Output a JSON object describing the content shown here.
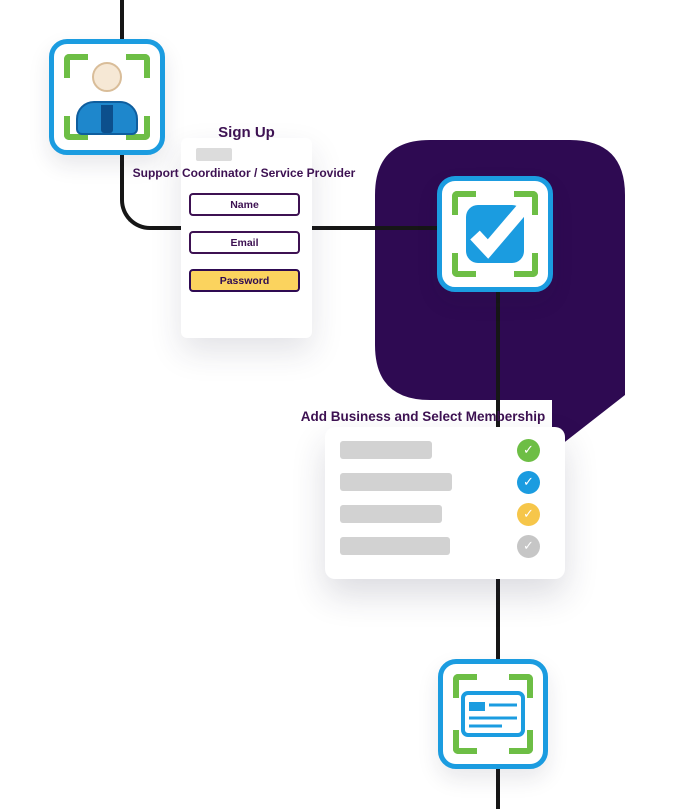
{
  "page": {
    "background": "#ffffff"
  },
  "colors": {
    "accent_blue": "#1b9ce0",
    "bracket_green": "#6dbe45",
    "purple_shape": "#2e0a52",
    "text_purple": "#3d1152",
    "password_yellow": "#fbd35e",
    "line_black": "#161616",
    "placeholder_gray": "#d2d2d2"
  },
  "signup": {
    "title": "Sign Up",
    "subtitle": "Support Coordinator / Service Provider",
    "fields": [
      {
        "label": "Name",
        "style": "outline"
      },
      {
        "label": "Email",
        "style": "outline"
      },
      {
        "label": "Password",
        "style": "filled-yellow"
      }
    ]
  },
  "membership": {
    "title": "Add Business and Select Membership",
    "check_glyph": "✓",
    "rows": [
      {
        "badge": "check",
        "badge_color": "#6dbe45"
      },
      {
        "badge": "check",
        "badge_color": "#1b9ce0"
      },
      {
        "badge": "check",
        "badge_color": "#f6c64a"
      },
      {
        "badge": "check",
        "badge_color": "#c6c6c6"
      }
    ]
  },
  "icons": {
    "user": "user-icon",
    "checkmark": "checkmark-icon",
    "credit_card": "credit-card-icon"
  }
}
